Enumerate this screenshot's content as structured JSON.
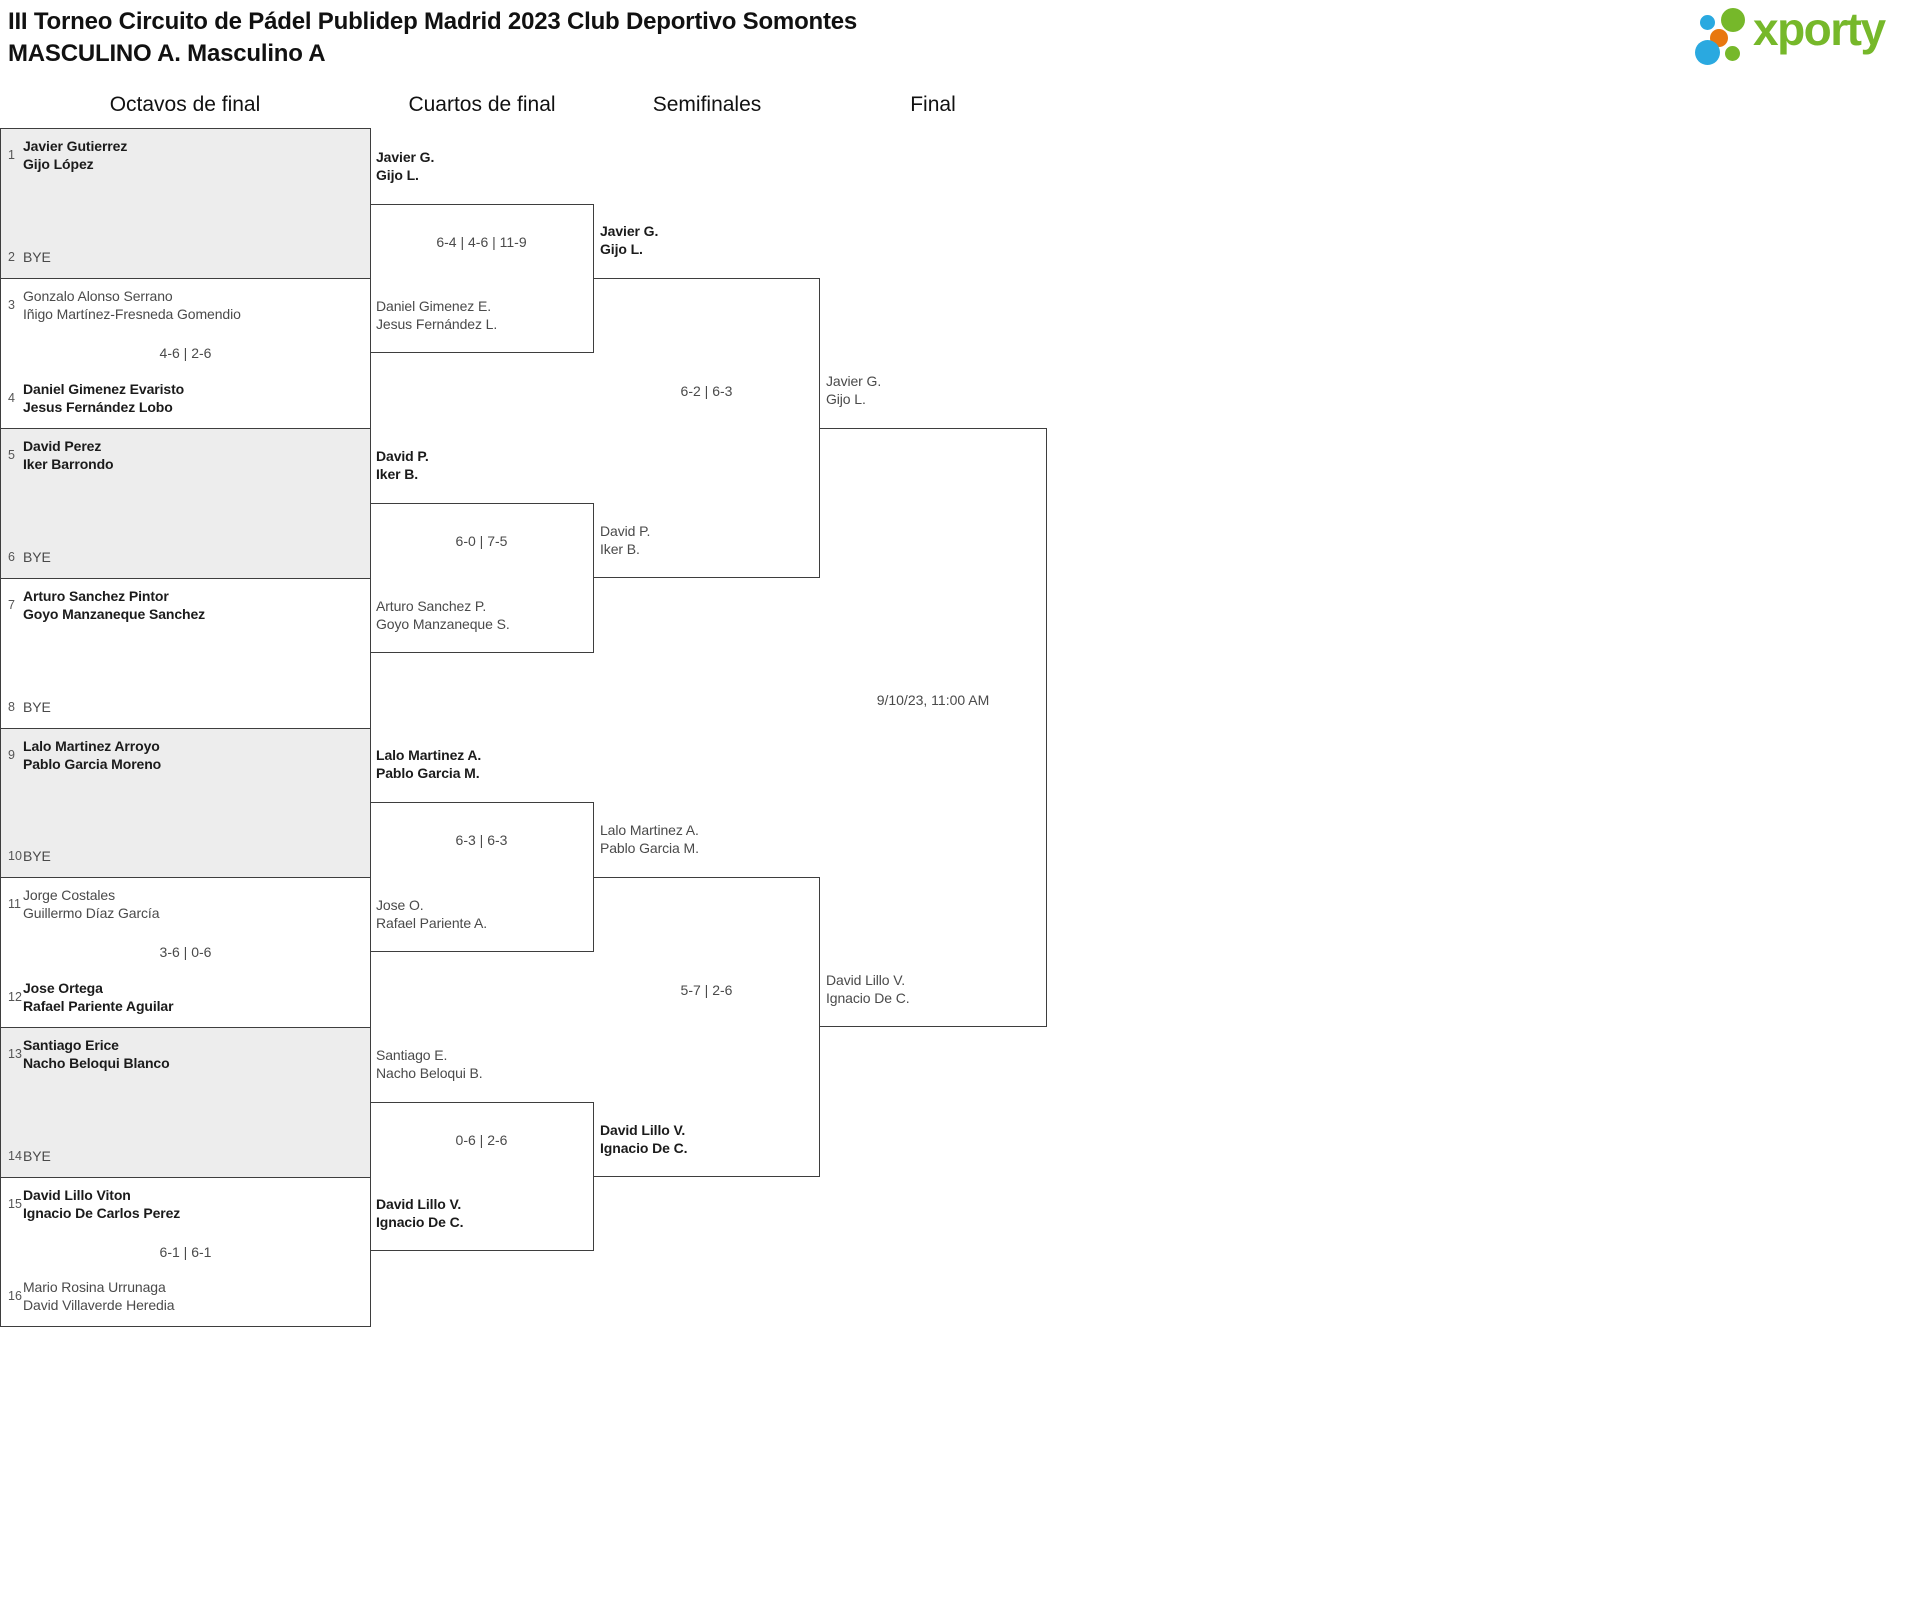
{
  "header": {
    "title": "III Torneo Circuito de Pádel Publidep Madrid 2023 Club Deportivo Somontes",
    "subtitle": "MASCULINO A. Masculino A"
  },
  "logo": {
    "text": "xporty"
  },
  "colors": {
    "brand_green": "#76b82a",
    "brand_blue": "#2aa9e0",
    "brand_orange": "#e8780f",
    "shaded_box": "#ededed",
    "border": "#3e3e3e",
    "winner_text": "#1b1b1b",
    "default_text": "#4a4a4a",
    "seed_text": "#555555",
    "heading_text": "#111111"
  },
  "round_headers": [
    {
      "label": "Octavos de final"
    },
    {
      "label": "Cuartos de final"
    },
    {
      "label": "Semifinales"
    },
    {
      "label": "Final"
    }
  ],
  "r16": [
    {
      "seed_top": "1",
      "top": [
        "Javier Gutierrez",
        "Gijo López"
      ],
      "score": "",
      "seed_bottom": "2",
      "bottom": [
        "BYE"
      ],
      "winner": "top"
    },
    {
      "seed_top": "3",
      "top": [
        "Gonzalo Alonso Serrano",
        "Iñigo Martínez-Fresneda Gomendio"
      ],
      "score": "4-6 | 2-6",
      "seed_bottom": "4",
      "bottom": [
        "Daniel Gimenez Evaristo",
        "Jesus Fernández Lobo"
      ],
      "winner": "bottom"
    },
    {
      "seed_top": "5",
      "top": [
        "David Perez",
        "Iker Barrondo"
      ],
      "score": "",
      "seed_bottom": "6",
      "bottom": [
        "BYE"
      ],
      "winner": "top"
    },
    {
      "seed_top": "7",
      "top": [
        "Arturo Sanchez Pintor",
        "Goyo Manzaneque Sanchez"
      ],
      "score": "",
      "seed_bottom": "8",
      "bottom": [
        "BYE"
      ],
      "winner": "top"
    },
    {
      "seed_top": "9",
      "top": [
        "Lalo Martinez Arroyo",
        "Pablo Garcia Moreno"
      ],
      "score": "",
      "seed_bottom": "10",
      "bottom": [
        "BYE"
      ],
      "winner": "top"
    },
    {
      "seed_top": "11",
      "top": [
        "Jorge Costales",
        "Guillermo Díaz García"
      ],
      "score": "3-6 | 0-6",
      "seed_bottom": "12",
      "bottom": [
        "Jose Ortega",
        "Rafael Pariente Aguilar"
      ],
      "winner": "bottom"
    },
    {
      "seed_top": "13",
      "top": [
        "Santiago Erice",
        "Nacho Beloqui Blanco"
      ],
      "score": "",
      "seed_bottom": "14",
      "bottom": [
        "BYE"
      ],
      "winner": "top"
    },
    {
      "seed_top": "15",
      "top": [
        "David Lillo Viton",
        "Ignacio De Carlos Perez"
      ],
      "score": "6-1 | 6-1",
      "seed_bottom": "16",
      "bottom": [
        "Mario Rosina Urrunaga",
        "David Villaverde Heredia"
      ],
      "winner": "top"
    }
  ],
  "quarterfinals": [
    {
      "top": [
        "Javier G.",
        "Gijo L."
      ],
      "score": "6-4 | 4-6 | 11-9",
      "bottom": [
        "Daniel Gimenez E.",
        "Jesus Fernández L."
      ],
      "winner": "top"
    },
    {
      "top": [
        "David P.",
        "Iker B."
      ],
      "score": "6-0 | 7-5",
      "bottom": [
        "Arturo Sanchez P.",
        "Goyo Manzaneque S."
      ],
      "winner": "top"
    },
    {
      "top": [
        "Lalo Martinez A.",
        "Pablo Garcia M."
      ],
      "score": "6-3 | 6-3",
      "bottom": [
        "Jose O.",
        "Rafael Pariente A."
      ],
      "winner": "top"
    },
    {
      "top": [
        "Santiago E.",
        "Nacho Beloqui B."
      ],
      "score": "0-6 | 2-6",
      "bottom": [
        "David Lillo V.",
        "Ignacio De C."
      ],
      "winner": "bottom"
    }
  ],
  "semifinals": [
    {
      "top": [
        "Javier G.",
        "Gijo L."
      ],
      "score": "6-2 | 6-3",
      "bottom": [
        "David P.",
        "Iker B."
      ],
      "winner": "top"
    },
    {
      "top": [
        "Lalo Martinez A.",
        "Pablo Garcia M."
      ],
      "score": "5-7 | 2-6",
      "bottom": [
        "David Lillo V.",
        "Ignacio De C."
      ],
      "winner": "bottom"
    }
  ],
  "final": {
    "top": [
      "Javier G.",
      "Gijo L."
    ],
    "schedule": "9/10/23, 11:00 AM",
    "bottom": [
      "David Lillo V.",
      "Ignacio De C."
    ],
    "winner": ""
  }
}
